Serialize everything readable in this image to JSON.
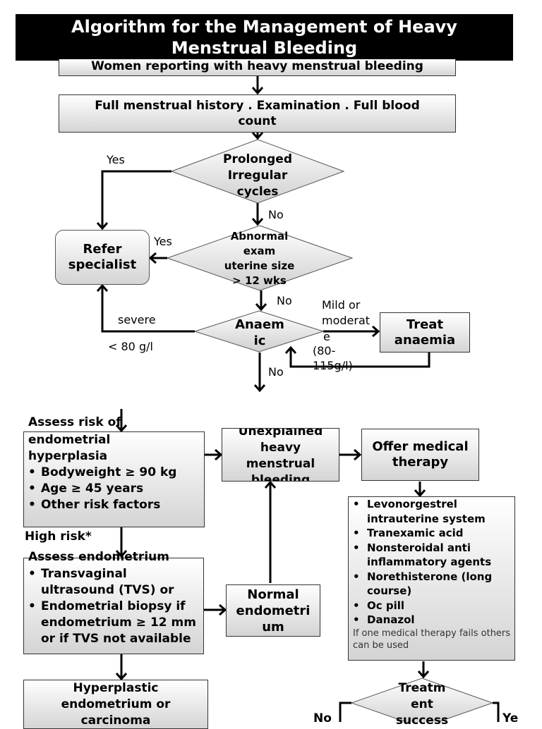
{
  "title": {
    "line1": "Algorithm for the Management of Heavy",
    "line2": "Menstrual  Bleeding"
  },
  "nodes": {
    "women_reporting": "Women reporting with heavy menstrual bleeding",
    "history_line1": "Full menstrual history . Examination  .  Full blood",
    "history_line2": "count",
    "prolonged": [
      "Prolonged",
      "Irregular",
      "cycles"
    ],
    "abnormal": [
      "Abnormal",
      "exam",
      "uterine size",
      "> 12 wks"
    ],
    "refer": [
      "Refer",
      "specialist"
    ],
    "anaemic": [
      "Anaem",
      "ic"
    ],
    "treat_anaemia": [
      "Treat",
      "anaemia"
    ],
    "assess_risk_heading": "Assess risk of",
    "assess_risk_sub": "endometrial hyperplasia",
    "risk_items": [
      "Bodyweight ≥ 90 kg",
      "Age ≥ 45 years",
      "Other risk factors"
    ],
    "unexplained": [
      "Unexplained",
      "heavy",
      "menstrual",
      "bleeding"
    ],
    "offer_medical": [
      "Offer medical",
      "therapy"
    ],
    "therapy_items": [
      "Levonorgestrel intrauterine system",
      "Tranexamic acid",
      "Nonsteroidal anti inflammatory agents",
      "Norethisterone (long course)",
      "Oc pill",
      "Danazol"
    ],
    "therapy_note": "If one medical therapy fails others can be used",
    "assess_endo_heading": "Assess  endometrium",
    "endo_items": [
      "Transvaginal ultrasound (TVS) or",
      "Endometrial biopsy if endometrium ≥ 12 mm or if TVS not available"
    ],
    "normal_endo": [
      "Normal",
      "endometri",
      "um"
    ],
    "hyperplastic": [
      "Hyperplastic",
      "endometrium or",
      "carcinoma"
    ],
    "treatment_success": [
      "Treatm",
      "ent",
      "success"
    ]
  },
  "labels": {
    "yes1": "Yes",
    "yes2": "Yes",
    "no1": "No",
    "no2": "No",
    "no3": "No",
    "severe": "severe",
    "lt80": "< 80 g/l",
    "mild_line1": "Mild or",
    "mild_line2": "moderat",
    "mild_line3": "e",
    "range_line1": "(80-",
    "range_line2": "115g/l)",
    "high_risk": "High risk*",
    "no_bottom": "No",
    "ye_bottom": "Ye"
  }
}
